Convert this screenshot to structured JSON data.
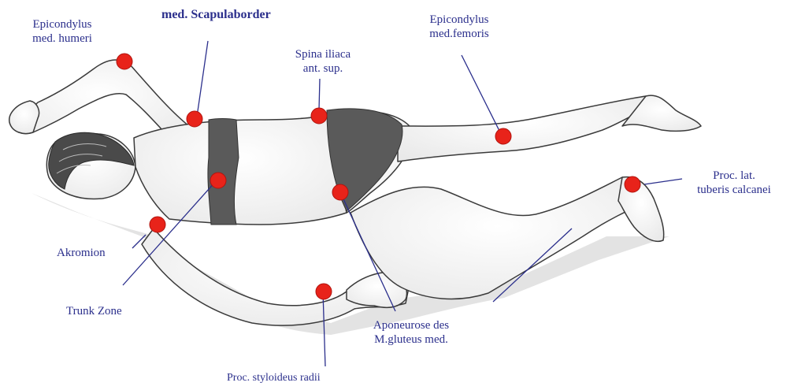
{
  "labels": {
    "epicondylus_humeri": [
      "Epicondylus",
      "med. humeri"
    ],
    "scapulaborder": "med. Scapulaborder",
    "spina_iliaca": [
      "Spina iliaca",
      "ant. sup."
    ],
    "epicondylus_femoris": [
      "Epicondylus",
      "med.femoris"
    ],
    "calcanei": [
      "Proc. lat.",
      "tuberis calcanei"
    ],
    "akromion": "Akromion",
    "trunk_zone": "Trunk Zone",
    "aponeurose": [
      "Aponeurose des",
      "M.gluteus med."
    ],
    "styloideus": "Proc. styloideus radii"
  },
  "colors": {
    "marker": "#e8231a",
    "leader_line": "#2b2f8c",
    "label_text": "#2b2f8c",
    "outline": "#3a3a3a",
    "garment": "#5a5a5a"
  }
}
